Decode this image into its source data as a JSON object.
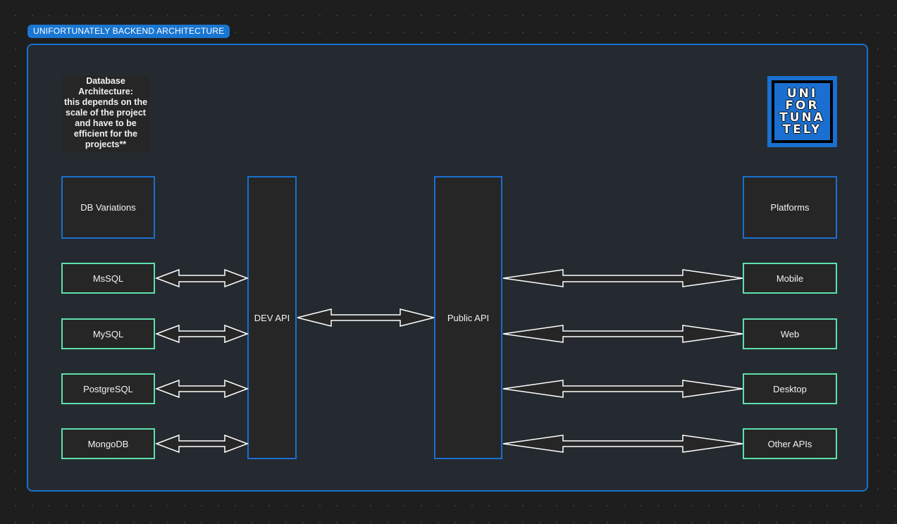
{
  "frame": {
    "title": "UNIFORTUNATELY BACKEND ARCHITECTURE"
  },
  "note": {
    "lines": [
      "Database",
      "Architecture:",
      "this depends on the",
      "scale of the project",
      "and have to be",
      "efficient for the",
      "projects**"
    ]
  },
  "logo": {
    "lines": [
      "UNI",
      "FOR",
      "TUNA",
      "TELY"
    ]
  },
  "nodes": {
    "db_variations": "DB Variations",
    "mssql": "MsSQL",
    "mysql": "MySQL",
    "postgresql": "PostgreSQL",
    "mongodb": "MongoDB",
    "dev_api": "DEV API",
    "public_api": "Public API",
    "platforms": "Platforms",
    "mobile": "Mobile",
    "web": "Web",
    "desktop": "Desktop",
    "other_apis": "Other APIs"
  },
  "edges": [
    {
      "from": "mssql",
      "to": "dev_api",
      "type": "bidirectional"
    },
    {
      "from": "mysql",
      "to": "dev_api",
      "type": "bidirectional"
    },
    {
      "from": "postgresql",
      "to": "dev_api",
      "type": "bidirectional"
    },
    {
      "from": "mongodb",
      "to": "dev_api",
      "type": "bidirectional"
    },
    {
      "from": "dev_api",
      "to": "public_api",
      "type": "bidirectional"
    },
    {
      "from": "public_api",
      "to": "mobile",
      "type": "bidirectional"
    },
    {
      "from": "public_api",
      "to": "web",
      "type": "bidirectional"
    },
    {
      "from": "public_api",
      "to": "desktop",
      "type": "bidirectional"
    },
    {
      "from": "public_api",
      "to": "other_apis",
      "type": "bidirectional"
    }
  ],
  "colors": {
    "background": "#1e1e1e",
    "frame_fill": "#252a30",
    "frame_border": "#1a6fd0",
    "node_fill": "#262626",
    "blue_border": "#1a6fd0",
    "green_border": "#5de0ad",
    "arrow_stroke": "#ffffff"
  }
}
